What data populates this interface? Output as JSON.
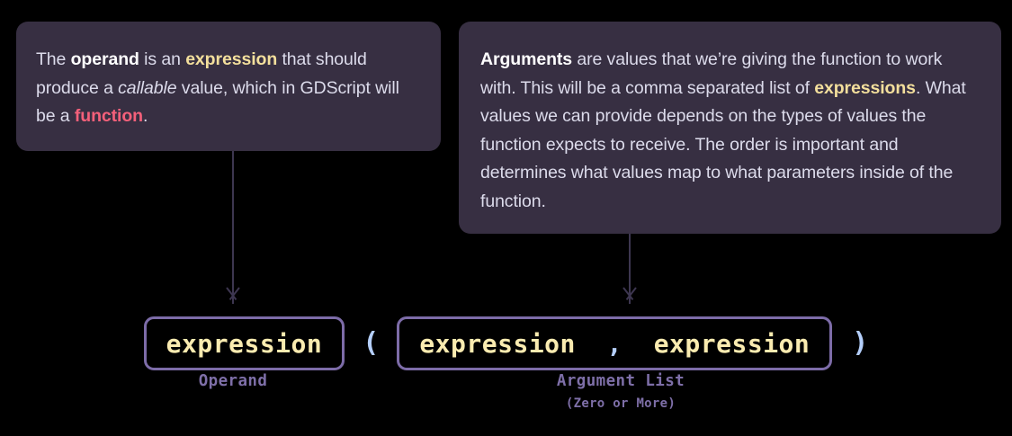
{
  "diagram": {
    "title": "Function call expression syntax",
    "background_color": "#000000",
    "callout_background": "#372F42",
    "accent_colors": {
      "keyword_yellow": "#F3DF9C",
      "keyword_red": "#F4607A",
      "token_yellow": "#FAEBB0",
      "punctuation_blue": "#B4CEFA",
      "box_border_purple": "#7D6CA8",
      "label_purple": "#7E6FA8",
      "connector_purple": "#3D3650",
      "body_text": "#DCDBEB"
    }
  },
  "callouts": [
    {
      "id": "operand",
      "runs": [
        {
          "text": "The ",
          "style": "normal"
        },
        {
          "text": "operand",
          "style": "bold"
        },
        {
          "text": " is an ",
          "style": "normal"
        },
        {
          "text": "expression",
          "style": "keyword-yellow"
        },
        {
          "text": " that should produce a ",
          "style": "normal"
        },
        {
          "text": "callable",
          "style": "italic"
        },
        {
          "text": " value, which in GDScript will be a ",
          "style": "normal"
        },
        {
          "text": "function",
          "style": "keyword-red"
        },
        {
          "text": ".",
          "style": "normal"
        }
      ],
      "plain_text": "The operand is an expression that should produce a callable value, which in GDScript will be a function."
    },
    {
      "id": "arguments",
      "runs": [
        {
          "text": "Arguments",
          "style": "bold"
        },
        {
          "text": " are values that we’re giving the function to work with. This will be a comma separated list of ",
          "style": "normal"
        },
        {
          "text": "expressions",
          "style": "keyword-yellow"
        },
        {
          "text": ". What values we can provide depends on the types of values the function expects to receive. The order is important and determines what values map to what parameters inside of the function.",
          "style": "normal"
        }
      ],
      "plain_text": "Arguments are values that we’re giving the function to work with. This will be a comma separated list of expressions. What values we can provide depends on the types of values the function expects to receive. The order is important and determines what values map to what parameters inside of the function."
    }
  ],
  "syntax": {
    "operand_box": {
      "token": "expression"
    },
    "open_paren": "(",
    "argument_list_box": {
      "tokens": [
        "expression",
        "expression"
      ],
      "separator": ",",
      "rendered": "expression , expression"
    },
    "close_paren": ")"
  },
  "labels": {
    "operand": {
      "main": "Operand",
      "sub": ""
    },
    "argument_list": {
      "main": "Argument List",
      "sub": "(Zero or More)"
    }
  },
  "connectors": [
    {
      "id": "operand-connector",
      "from": "callout-operand",
      "to": "operand-box",
      "arrowhead": "down"
    },
    {
      "id": "arguments-connector",
      "from": "callout-arguments",
      "to": "argument-list-box",
      "arrowhead": "down"
    }
  ]
}
